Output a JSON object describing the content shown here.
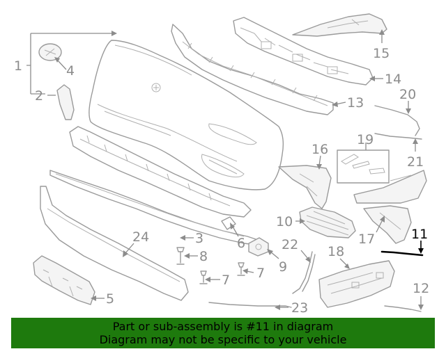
{
  "diagram": {
    "highlighted_part": "11",
    "callouts": [
      "1",
      "2",
      "3",
      "4",
      "5",
      "6",
      "7",
      "7",
      "8",
      "9",
      "10",
      "11",
      "12",
      "13",
      "14",
      "15",
      "16",
      "17",
      "18",
      "19",
      "20",
      "21",
      "22",
      "23",
      "24"
    ]
  },
  "banner": {
    "line1": "Part or sub-assembly is #11 in diagram",
    "line2": "Diagram may not be specific to your vehicle"
  },
  "colors": {
    "banner_bg": "#1e7a0d",
    "parts_stroke": "#9a9a9a",
    "highlight": "#000000"
  }
}
